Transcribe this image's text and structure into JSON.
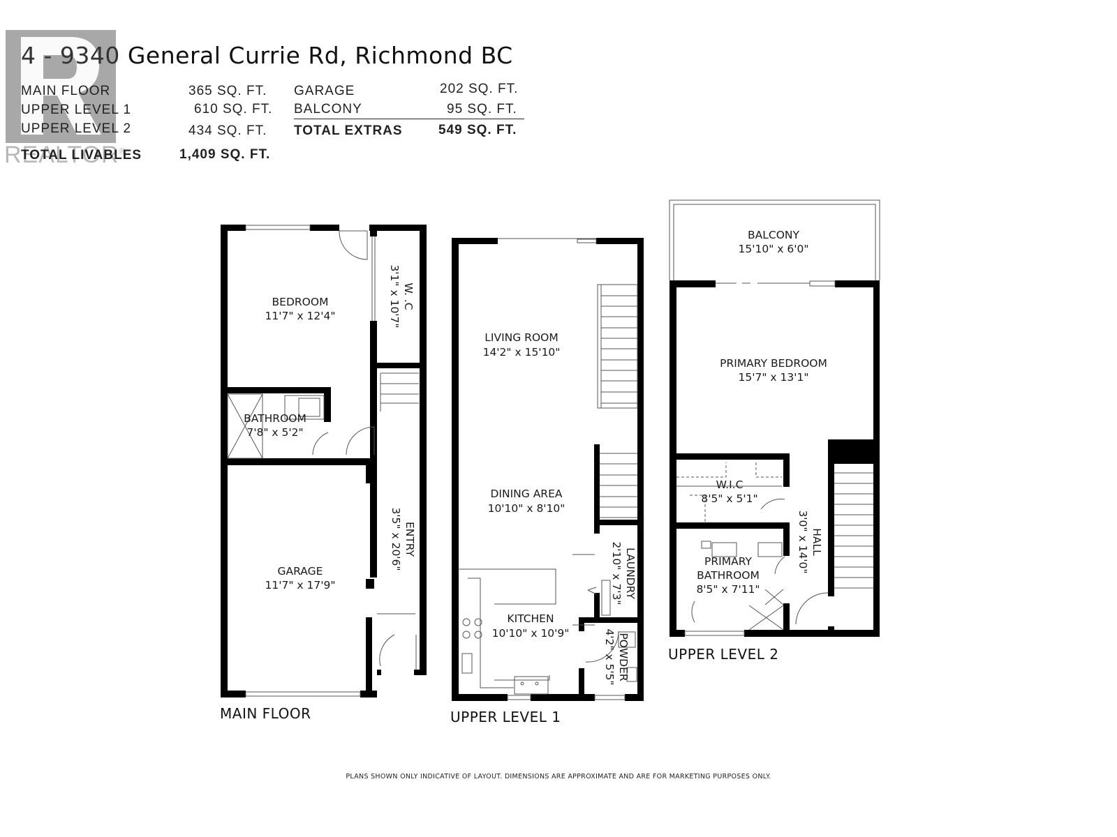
{
  "header": {
    "title_prefix": "4 - 9340",
    "title_rest": " General Currie Rd, Richmond BC"
  },
  "watermark": {
    "brand": "REALTOR",
    "registered_mark": "®",
    "glyph": "R"
  },
  "livable_areas": [
    {
      "label": "MAIN FLOOR",
      "value": "365 SQ. FT."
    },
    {
      "label": "UPPER LEVEL 1",
      "value": "610 SQ. FT."
    },
    {
      "label": "UPPER LEVEL 2",
      "value": "434 SQ. FT."
    }
  ],
  "total_livables": {
    "label": "TOTAL LIVABLES",
    "value": "1,409 SQ. FT."
  },
  "extra_areas": [
    {
      "label": "GARAGE",
      "value": "202 SQ. FT."
    },
    {
      "label": "BALCONY",
      "value": "95 SQ. FT."
    }
  ],
  "total_extras": {
    "label": "TOTAL EXTRAS",
    "value": "549 SQ. FT."
  },
  "floors": {
    "main": {
      "label": "MAIN FLOOR",
      "rooms": {
        "bedroom": {
          "name": "BEDROOM",
          "dims": "11'7\" x 12'4\""
        },
        "wic": {
          "name": "W. .C",
          "dims": "3'1\" x 10'7\""
        },
        "bathroom": {
          "name": "BATHROOM",
          "dims": "7'8\" x 5'2\""
        },
        "garage": {
          "name": "GARAGE",
          "dims": "11'7\" x 17'9\""
        },
        "entry": {
          "name": "ENTRY",
          "dims": "3'5\" x 20'6\""
        }
      }
    },
    "upper1": {
      "label": "UPPER LEVEL 1",
      "rooms": {
        "living": {
          "name": "LIVING ROOM",
          "dims": "14'2\" x 15'10\""
        },
        "dining": {
          "name": "DINING AREA",
          "dims": "10'10\" x 8'10\""
        },
        "kitchen": {
          "name": "KITCHEN",
          "dims": "10'10\" x 10'9\""
        },
        "laundry": {
          "name": "LAUNDRY",
          "dims": "2'10\" x 7'3\""
        },
        "powder": {
          "name": "POWDER",
          "dims": "4'2\" x 5'5\""
        }
      }
    },
    "upper2": {
      "label": "UPPER LEVEL 2",
      "rooms": {
        "balcony": {
          "name": "BALCONY",
          "dims": "15'10\" x 6'0\""
        },
        "primary_bedroom": {
          "name": "PRIMARY BEDROOM",
          "dims": "15'7\" x 13'1\""
        },
        "wic": {
          "name": "W.I.C",
          "dims": "8'5\" x 5'1\""
        },
        "primary_bath_line1": {
          "name": "PRIMARY"
        },
        "primary_bath": {
          "name": "BATHROOM",
          "dims": "8'5\" x 7'11\""
        },
        "hall": {
          "name": "HALL",
          "dims": "3'0\" x 14'0\""
        }
      }
    }
  },
  "footer": {
    "disclaimer": "PLANS SHOWN ONLY INDICATIVE OF LAYOUT. DIMENSIONS ARE APPROXIMATE AND ARE FOR MARKETING PURPOSES ONLY."
  }
}
